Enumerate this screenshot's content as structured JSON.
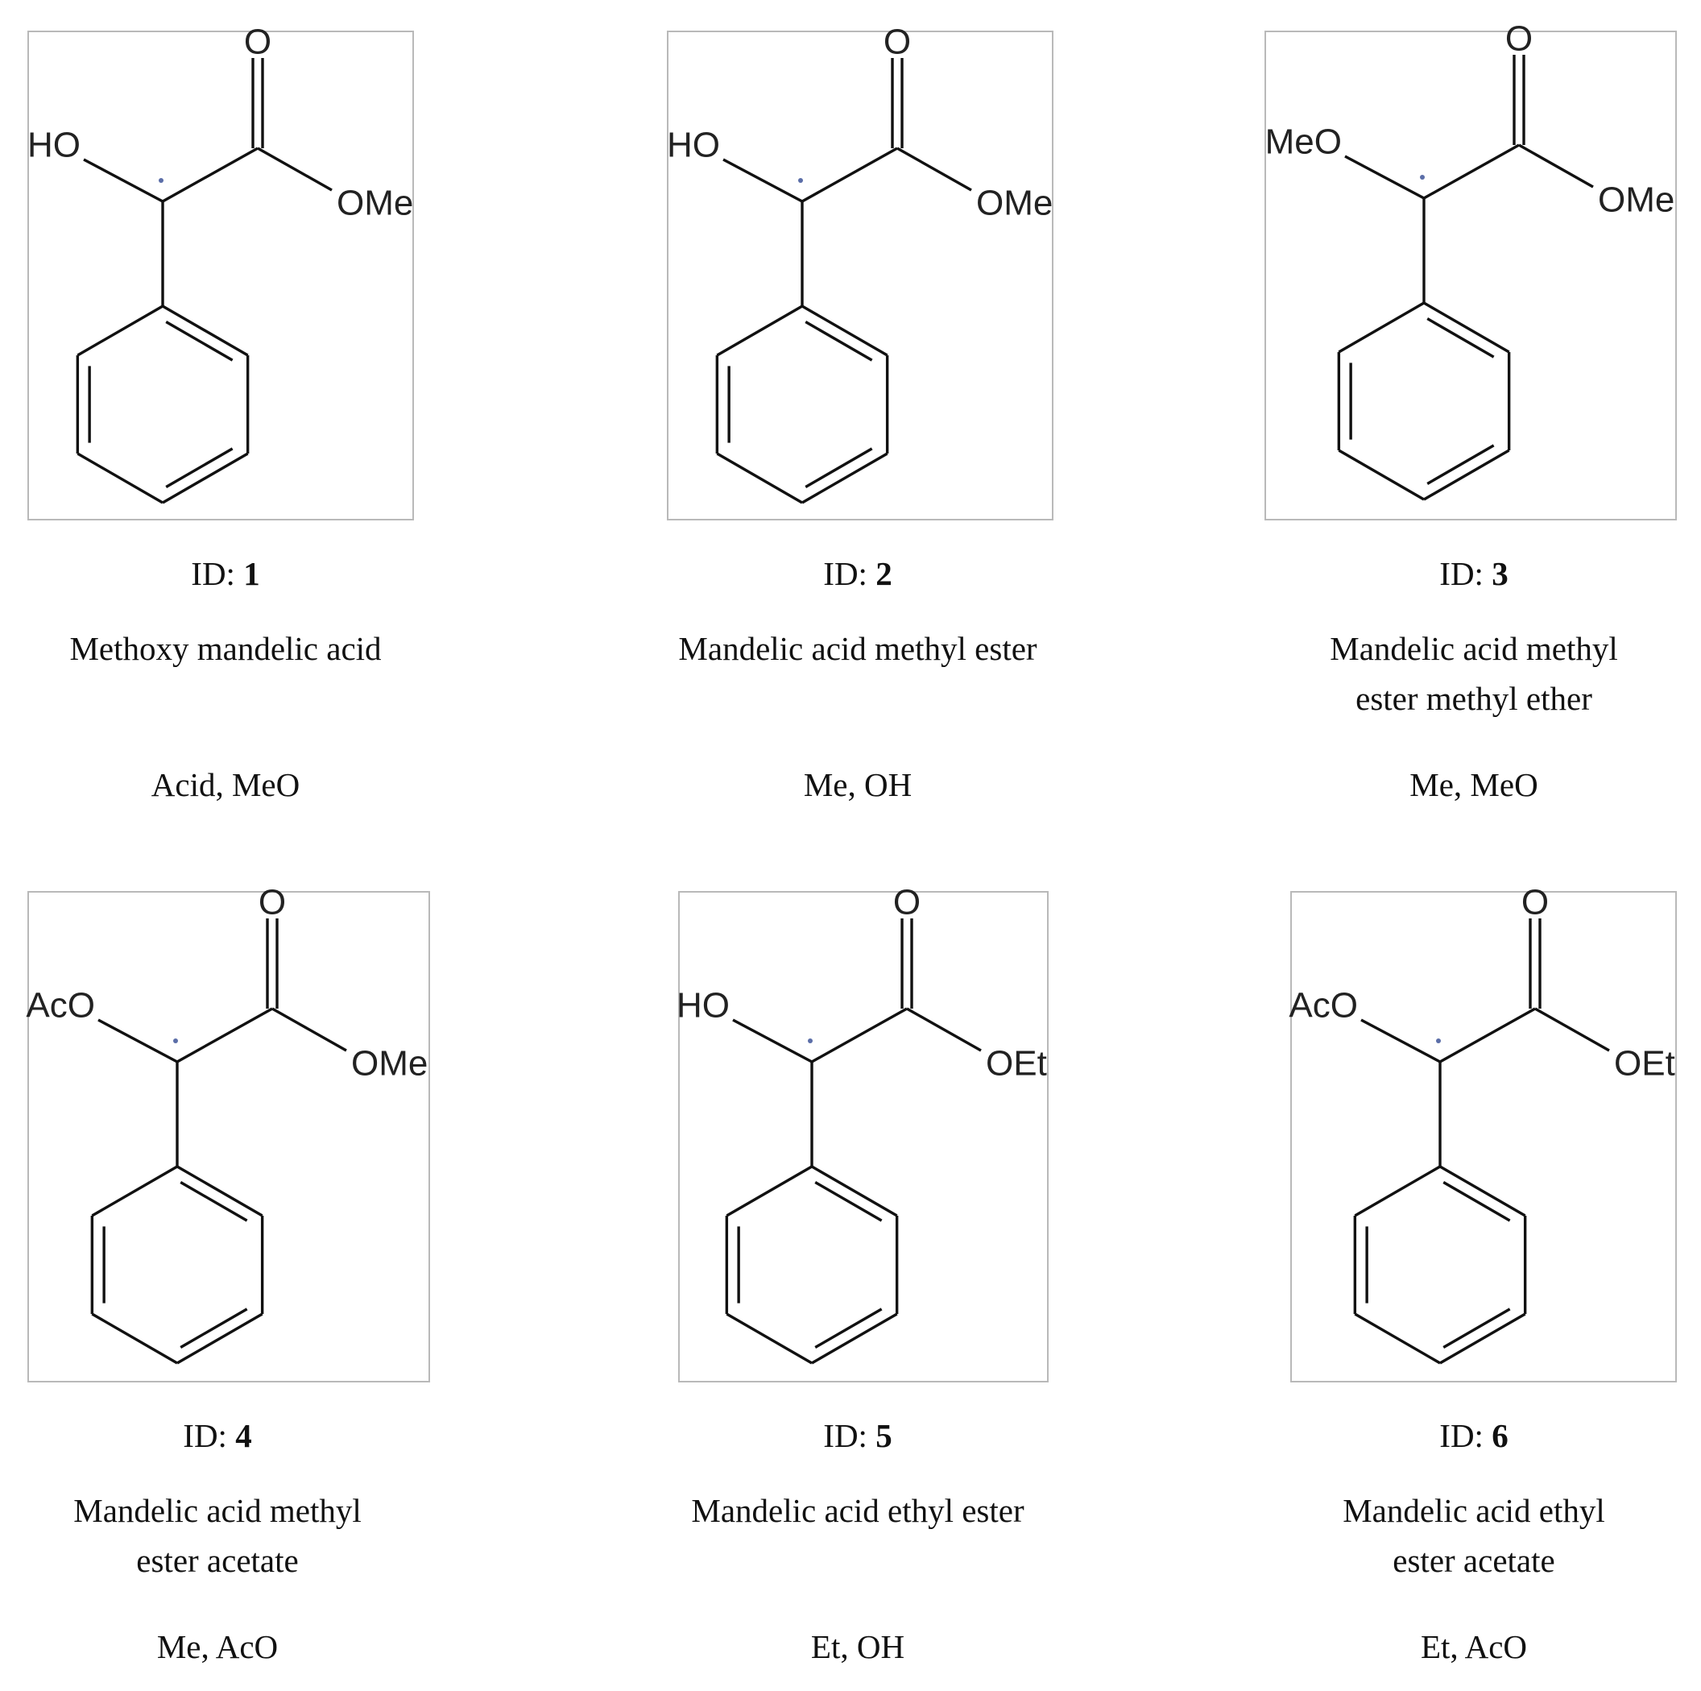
{
  "compounds": [
    {
      "id_prefix": "ID:",
      "id": "1",
      "name": "Methoxy mandelic acid",
      "substituents": "Acid, MeO",
      "labels": {
        "carbonyl_o": "O",
        "left": "HO",
        "ester": "OMe"
      }
    },
    {
      "id_prefix": "ID:",
      "id": "2",
      "name": "Mandelic acid methyl ester",
      "substituents": "Me, OH",
      "labels": {
        "carbonyl_o": "O",
        "left": "HO",
        "ester": "OMe"
      }
    },
    {
      "id_prefix": "ID:",
      "id": "3",
      "name": "Mandelic acid methyl ester methyl ether",
      "substituents": "Me, MeO",
      "labels": {
        "carbonyl_o": "O",
        "left": "MeO",
        "ester": "OMe"
      }
    },
    {
      "id_prefix": "ID:",
      "id": "4",
      "name": "Mandelic acid methyl ester acetate",
      "substituents": "Me, AcO",
      "labels": {
        "carbonyl_o": "O",
        "left": "AcO",
        "ester": "OMe"
      }
    },
    {
      "id_prefix": "ID:",
      "id": "5",
      "name": "Mandelic acid ethyl ester",
      "substituents": "Et, OH",
      "labels": {
        "carbonyl_o": "O",
        "left": "HO",
        "ester": "OEt"
      }
    },
    {
      "id_prefix": "ID:",
      "id": "6",
      "name": "Mandelic acid ethyl ester acetate",
      "substituents": "Et, AcO",
      "labels": {
        "carbonyl_o": "O",
        "left": "AcO",
        "ester": "OEt"
      }
    }
  ]
}
